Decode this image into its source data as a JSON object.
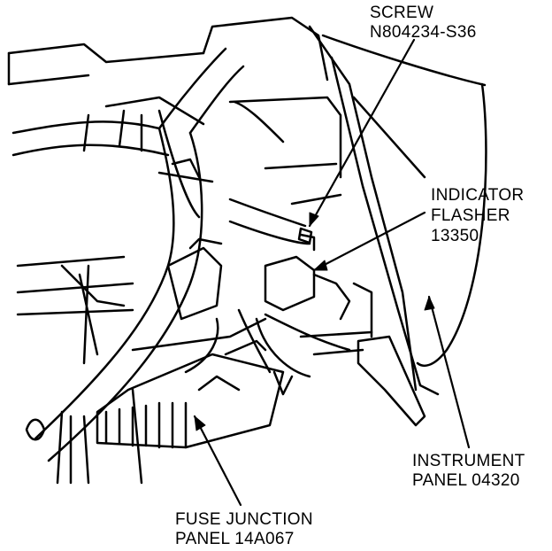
{
  "callouts": {
    "screw": {
      "line1": "SCREW",
      "line2": "N804234-S36"
    },
    "flasher": {
      "line1": "INDICATOR",
      "line2": "FLASHER",
      "line3": "13350"
    },
    "instrument_panel": {
      "line1": "INSTRUMENT",
      "line2": "PANEL 04320"
    },
    "fuse_panel": {
      "line1": "FUSE JUNCTION",
      "line2": "PANEL 14A067"
    }
  },
  "colors": {
    "ink": "#000000",
    "paper": "#ffffff"
  }
}
